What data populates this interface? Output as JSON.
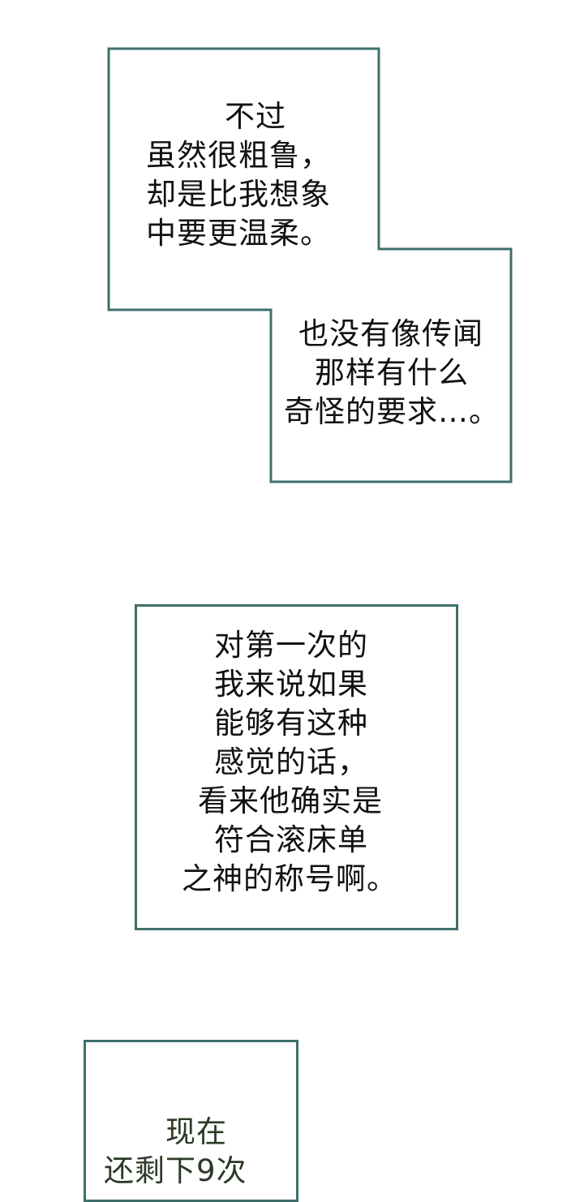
{
  "colors": {
    "border": "#3e6f6b",
    "text": "#111111",
    "background": "#ffffff"
  },
  "panel1": {
    "caption_a": {
      "lines": [
        "不过",
        "虽然很粗鲁，",
        "却是比我想象",
        "中要更温柔。"
      ]
    },
    "caption_b": {
      "lines": [
        "也没有像传闻",
        "那样有什么",
        "奇怪的要求…。"
      ]
    }
  },
  "panel2": {
    "caption": {
      "lines": [
        "对第一次的",
        "我来说如果",
        "能够有这种",
        "感觉的话，",
        "看来他确实是",
        "符合滚床单",
        "之神的称号啊。"
      ]
    }
  },
  "panel3": {
    "caption": {
      "lines": [
        "现在",
        "还剩下9次"
      ]
    }
  }
}
